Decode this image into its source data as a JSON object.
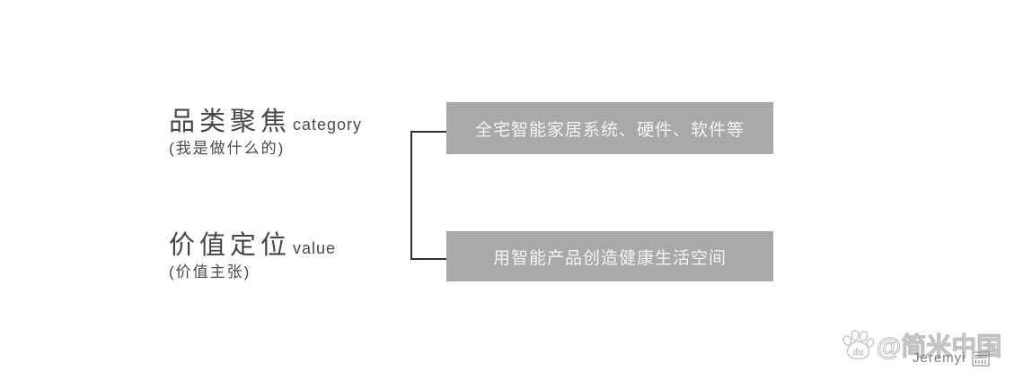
{
  "diagram": {
    "rows": [
      {
        "label_zh": "品类聚焦",
        "label_en": "category",
        "sublabel": "(我是做什么的)",
        "box_text": "全宅智能家居系统、硬件、软件等"
      },
      {
        "label_zh": "价值定位",
        "label_en": "value",
        "sublabel": "(价值主张)",
        "box_text": "用智能产品创造健康生活空间"
      }
    ]
  },
  "watermark": {
    "paw_icon_text": "du",
    "handle": "@简米中国",
    "overlay_text": "Jeremyi"
  },
  "colors": {
    "background": "#ffffff",
    "box_bg": "#a9a9a9",
    "box_text": "#f4f4f4",
    "label_text": "#464646",
    "connector": "#2f2f2f",
    "watermark_outline": "#c2c2c2",
    "watermark_overlay": "#7d7d7d"
  }
}
